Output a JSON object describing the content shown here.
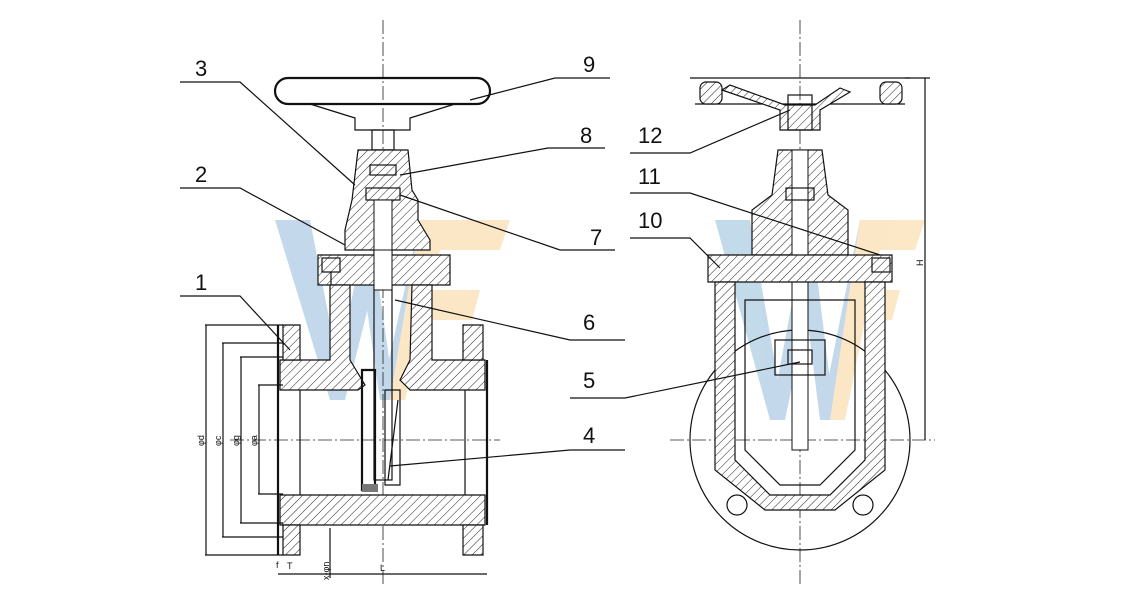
{
  "drawing": {
    "title": "Gate valve sectional drawing",
    "part_numbers": [
      "1",
      "2",
      "3",
      "4",
      "5",
      "6",
      "7",
      "8",
      "9",
      "10",
      "11",
      "12"
    ],
    "dimensions": {
      "phi_d": "φd",
      "phi_c": "φc",
      "phi_g": "φg",
      "phi_a": "φa",
      "f": "f",
      "T": "T",
      "x_phi_n": "x-φn",
      "L": "L",
      "H": "H"
    },
    "watermark": "WF",
    "colors": {
      "watermark_blue": "#b9d3e8",
      "watermark_beige": "#fbe3bd",
      "line": "#111111"
    }
  }
}
